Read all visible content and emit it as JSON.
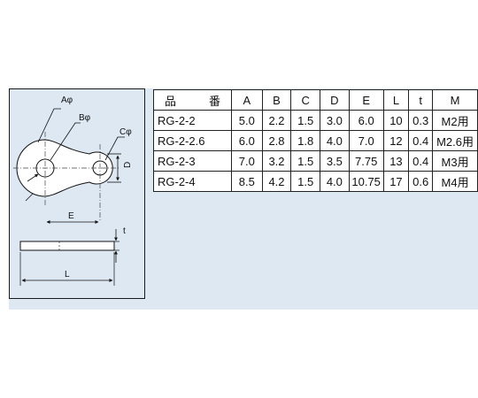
{
  "drawing": {
    "labels": {
      "a_phi": "Aφ",
      "b_phi": "Bφ",
      "c_phi": "Cφ",
      "d": "D",
      "e": "E",
      "t": "t",
      "l": "L"
    }
  },
  "table": {
    "headers": [
      "品　番",
      "A",
      "B",
      "C",
      "D",
      "E",
      "L",
      "t",
      "M"
    ],
    "rows": [
      [
        "RG-2-2",
        "5.0",
        "2.2",
        "1.5",
        "3.0",
        "6.0",
        "10",
        "0.3",
        "M2用"
      ],
      [
        "RG-2-2.6",
        "6.0",
        "2.8",
        "1.8",
        "4.0",
        "7.0",
        "12",
        "0.4",
        "M2.6用"
      ],
      [
        "RG-2-3",
        "7.0",
        "3.2",
        "1.5",
        "3.5",
        "7.75",
        "13",
        "0.4",
        "M3用"
      ],
      [
        "RG-2-4",
        "8.5",
        "4.2",
        "1.5",
        "4.0",
        "10.75",
        "17",
        "0.6",
        "M4用"
      ]
    ]
  }
}
